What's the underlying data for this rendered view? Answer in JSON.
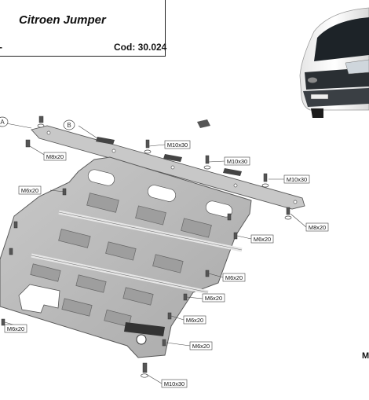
{
  "header": {
    "model_name": "Citroen Jumper",
    "code_label": "Cod: 30.024",
    "left_mark": "-"
  },
  "edge_text": "M",
  "callouts": [
    "A",
    "B"
  ],
  "bolt_labels": [
    "M8x20",
    "M10x30",
    "M10x30",
    "M10x30",
    "M6x20",
    "M8x20",
    "M6x20",
    "M6x20",
    "M6x20",
    "M6x20",
    "M6x20",
    "M6x20",
    "M10x30"
  ],
  "colors": {
    "plate_fill": "#b9b9b9",
    "plate_stroke": "#5a5a5a",
    "label_box": "#ffffff"
  }
}
